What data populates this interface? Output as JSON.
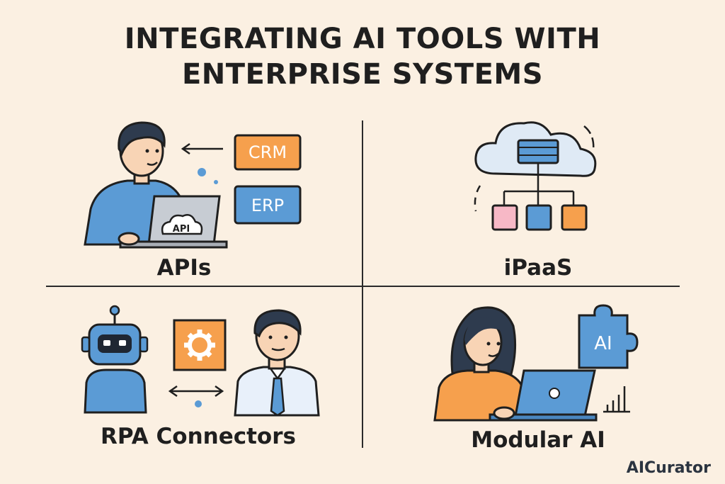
{
  "title_line1": "INTEGRATING AI TOOLS WITH",
  "title_line2": "ENTERPRISE SYSTEMS",
  "quadrants": {
    "apis": {
      "label": "APIs",
      "laptop_text": "API",
      "box1": "CRM",
      "box2": "ERP"
    },
    "ipaas": {
      "label": "iPaaS"
    },
    "rpa": {
      "label": "RPA Connectors"
    },
    "modular": {
      "label": "Modular AI",
      "puzzle_text": "AI"
    }
  },
  "brand": "AICurator",
  "colors": {
    "background": "#fbf0e2",
    "orange": "#f6a04d",
    "blue": "#5b9bd5",
    "pink": "#f7b8c6",
    "outline": "#1f1f1f"
  }
}
